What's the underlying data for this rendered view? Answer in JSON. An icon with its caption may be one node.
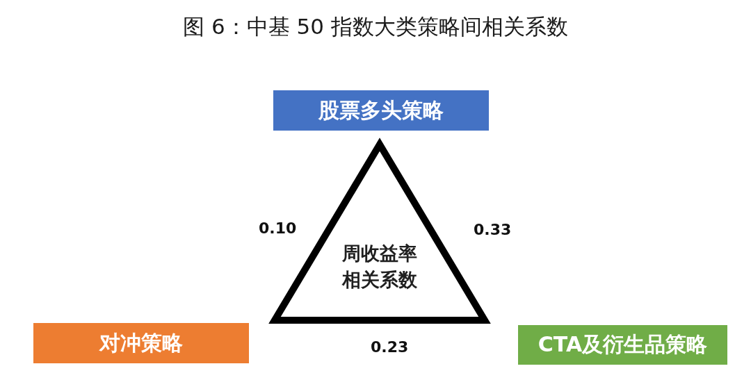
{
  "diagram": {
    "title": "图 6：中基 50 指数大类策略间相关系数",
    "nodes": [
      {
        "text": [
          "股票多头策略"
        ]
      },
      {
        "text": [
          "周收益率相关系数"
        ]
      },
      {
        "text": [
          "对冲策略"
        ]
      },
      {
        "text": [
          "CTA及衍生品策略"
        ]
      }
    ],
    "labels": [
      "0.10",
      "0.33",
      "0.23"
    ]
  }
}
